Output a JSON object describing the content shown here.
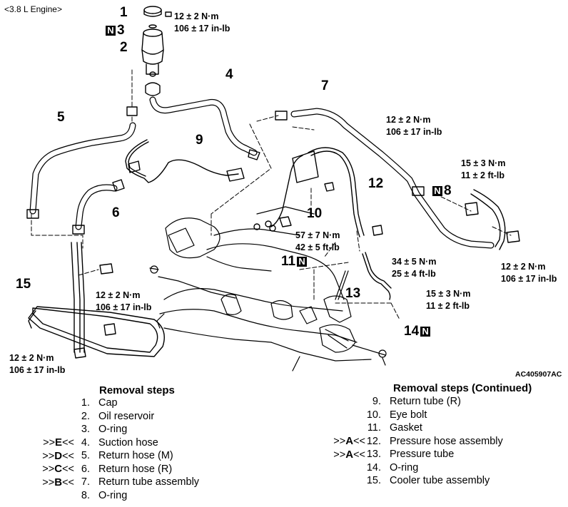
{
  "engine_label": "<3.8 L Engine>",
  "callouts": {
    "c1": "1",
    "c2": "2",
    "c3": "3",
    "c4": "4",
    "c5": "5",
    "c6": "6",
    "c7": "7",
    "c8": "8",
    "c9": "9",
    "c10": "10",
    "c11": "11",
    "c12": "12",
    "c13": "13",
    "c14": "14",
    "c15": "15"
  },
  "n_marker": "N",
  "torques": {
    "t_cap_a": "12 ± 2 N·m",
    "t_cap_b": "106 ± 17 in-lb",
    "t_mid_a": "12 ± 2 N·m",
    "t_mid_b": "106 ± 17 in-lb",
    "t_right_a": "15 ± 3 N·m",
    "t_right_b": "11 ± 2 ft-lb",
    "t_eye_a": "57 ± 7 N·m",
    "t_eye_b": "42 ± 5 ft-lb",
    "t_press_a": "34 ± 5 N·m",
    "t_press_b": "25 ± 4 ft-lb",
    "t_tube_a": "15 ± 3 N·m",
    "t_tube_b": "11 ± 2 ft-lb",
    "t_cool_a": "12 ± 2 N·m",
    "t_cool_b": "106 ± 17 in-lb",
    "t_farright_a": "12 ± 2 N·m",
    "t_farright_b": "106 ± 17 in-lb",
    "t_bottom_a": "12 ± 2 N·m",
    "t_bottom_b": "106 ± 17 in-lb"
  },
  "figure_code": "AC405907AC",
  "removal_steps_title": "Removal steps",
  "removal_steps_cont_title": "Removal steps (Continued)",
  "steps_left": [
    {
      "marker_pre": "",
      "marker": "",
      "marker_post": "",
      "num": "1.",
      "label": "Cap"
    },
    {
      "marker_pre": "",
      "marker": "",
      "marker_post": "",
      "num": "2.",
      "label": "Oil reservoir"
    },
    {
      "marker_pre": "",
      "marker": "",
      "marker_post": "",
      "num": "3.",
      "label": "O-ring"
    },
    {
      "marker_pre": ">>",
      "marker": "E",
      "marker_post": "<<",
      "num": "4.",
      "label": "Suction hose"
    },
    {
      "marker_pre": ">>",
      "marker": "D",
      "marker_post": "<<",
      "num": "5.",
      "label": "Return hose (M)"
    },
    {
      "marker_pre": ">>",
      "marker": "C",
      "marker_post": "<<",
      "num": "6.",
      "label": "Return hose (R)"
    },
    {
      "marker_pre": ">>",
      "marker": "B",
      "marker_post": "<<",
      "num": "7.",
      "label": "Return tube assembly"
    },
    {
      "marker_pre": "",
      "marker": "",
      "marker_post": "",
      "num": "8.",
      "label": "O-ring"
    }
  ],
  "steps_right": [
    {
      "marker_pre": "",
      "marker": "",
      "marker_post": "",
      "num": "9.",
      "label": "Return tube (R)"
    },
    {
      "marker_pre": "",
      "marker": "",
      "marker_post": "",
      "num": "10.",
      "label": "Eye bolt"
    },
    {
      "marker_pre": "",
      "marker": "",
      "marker_post": "",
      "num": "11.",
      "label": "Gasket"
    },
    {
      "marker_pre": ">>",
      "marker": "A",
      "marker_post": "<<",
      "num": "12.",
      "label": "Pressure hose assembly"
    },
    {
      "marker_pre": ">>",
      "marker": "A",
      "marker_post": "<<",
      "num": "13.",
      "label": "Pressure tube"
    },
    {
      "marker_pre": "",
      "marker": "",
      "marker_post": "",
      "num": "14.",
      "label": "O-ring"
    },
    {
      "marker_pre": "",
      "marker": "",
      "marker_post": "",
      "num": "15.",
      "label": "Cooler tube assembly"
    }
  ]
}
